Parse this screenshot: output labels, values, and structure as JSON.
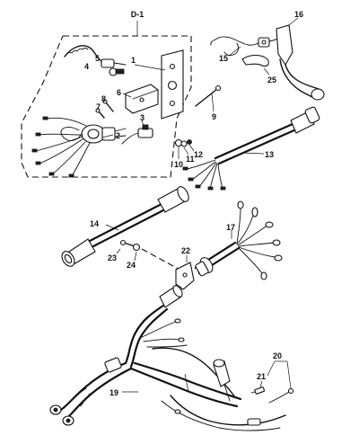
{
  "group_label": "D-1",
  "callouts": {
    "c1": "1",
    "c2": "2",
    "c3": "3",
    "c4": "4",
    "c5": "5",
    "c6": "6",
    "c7": "7",
    "c8": "8",
    "c9": "9",
    "c10": "10",
    "c11": "11",
    "c12": "12",
    "c13": "13",
    "c14": "14",
    "c15": "15",
    "c16": "16",
    "c17": "17",
    "c19": "19",
    "c20": "20",
    "c21": "21",
    "c22": "22",
    "c23": "23",
    "c24": "24",
    "c25": "25"
  }
}
